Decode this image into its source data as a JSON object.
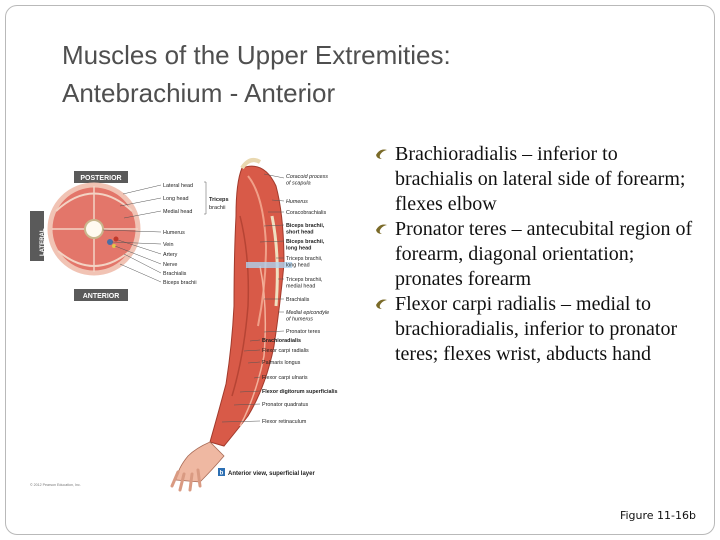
{
  "slide": {
    "title_line1": "Muscles of the Upper Extremities:",
    "title_line2": "Antebrachium - Anterior",
    "bullets": [
      {
        "text": "Brachioradialis – inferior to brachialis on lateral side of forearm; flexes elbow"
      },
      {
        "text": "Pronator teres – antecubital region of forearm, diagonal orientation; pronates forearm"
      },
      {
        "text": "Flexor carpi radialis – medial to brachioradialis, inferior to pronator teres; flexes wrist, abducts hand"
      }
    ],
    "caption": "Figure 11-16b",
    "bullet_color": "#7a6a28"
  },
  "figure": {
    "cross_section": {
      "top_label": "POSTERIOR",
      "bottom_label": "ANTERIOR",
      "side_label": "LATERAL",
      "labels": [
        "Lateral head",
        "Long head",
        "Medial head",
        "Humerus",
        "Vein",
        "Artery",
        "Nerve",
        "Brachialis",
        "Biceps brachii"
      ],
      "bracket_label": [
        "Triceps",
        "brachii"
      ]
    },
    "arm_labels": [
      [
        "Coracoid process",
        "of scapula"
      ],
      [
        "Humerus"
      ],
      [
        "Coracobrachialis"
      ],
      [
        "Biceps brachii,",
        "short head"
      ],
      [
        "Biceps brachii,",
        "long head"
      ],
      [
        "Triceps brachii,",
        "long head"
      ],
      [
        "Triceps brachii,",
        "medial head"
      ],
      [
        "Brachialis"
      ],
      [
        "Medial epicondyle",
        "of humerus"
      ],
      [
        "Pronator teres"
      ],
      [
        "Brachioradialis"
      ],
      [
        "Flexor carpi radialis"
      ],
      [
        "Palmaris longus"
      ],
      [
        "Flexor carpi ulnaris"
      ],
      [
        "Flexor digitorum superficialis"
      ],
      [
        "Pronator quadratus"
      ],
      [
        "Flexor retinaculum"
      ]
    ],
    "view_badge": "b",
    "view_label": "Anterior view, superficial layer",
    "copyright": "© 2012 Pearson Education, Inc."
  }
}
